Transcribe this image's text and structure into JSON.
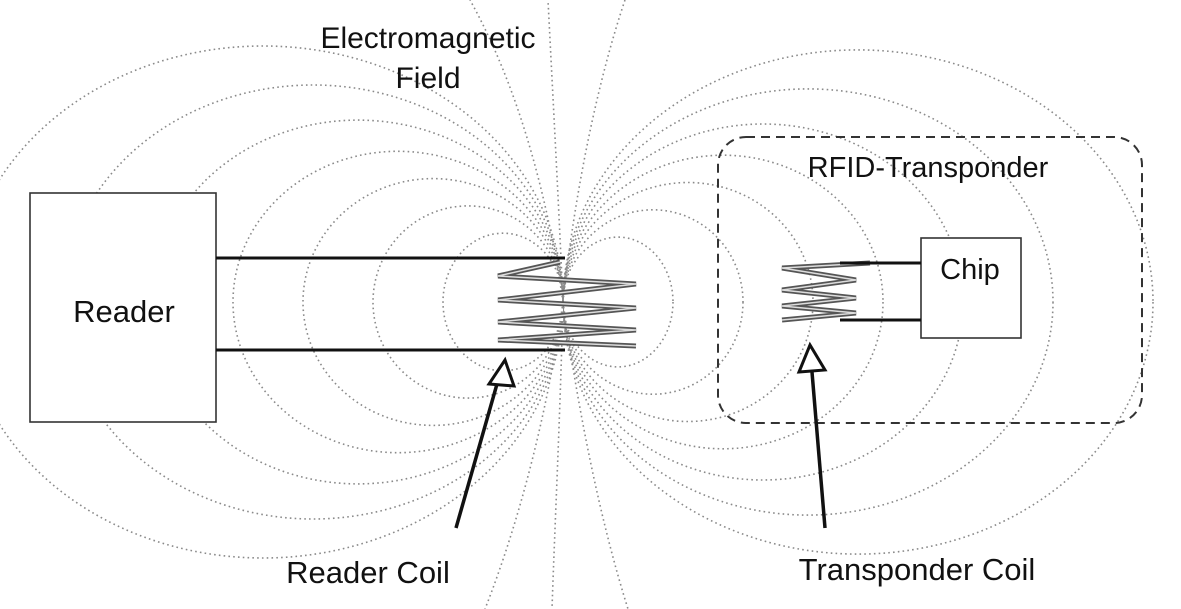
{
  "labels": {
    "field": [
      "Electromagnetic",
      "Field"
    ],
    "reader": "Reader",
    "chip": "Chip",
    "transponder": "RFID-Transponder",
    "reader_coil": "Reader Coil",
    "transponder_coil": "Transponder Coil"
  },
  "colors": {
    "line": "#111111",
    "field": "#8a8a8a",
    "coil": "#555555",
    "background": "#ffffff"
  }
}
